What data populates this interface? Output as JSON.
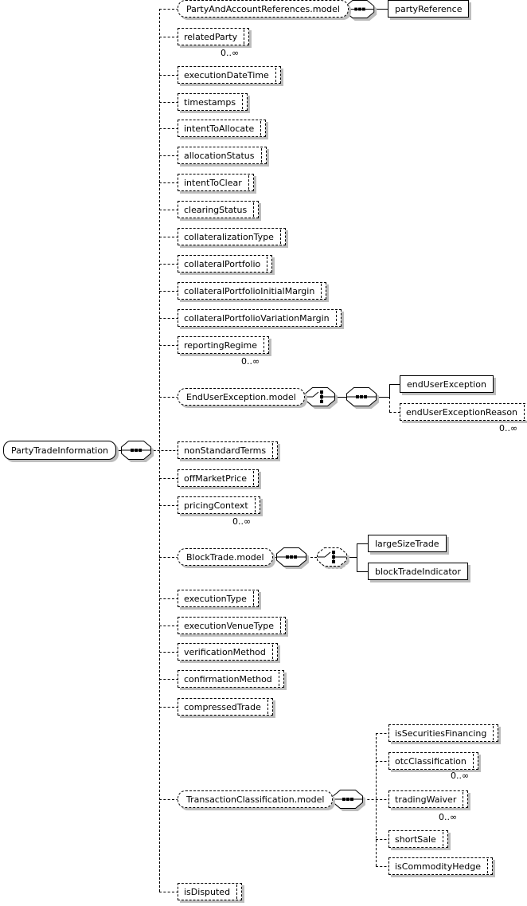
{
  "root": {
    "label": "PartyTradeInformation"
  },
  "icons": {
    "sequence": "▪▪▪ row (sequence compositor)",
    "choice": "stacked options (choice compositor)"
  },
  "nodes": {
    "partyAndAccountReferencesModel": {
      "label": "PartyAndAccountReferences.model"
    },
    "partyReference": {
      "label": "partyReference"
    },
    "relatedParty": {
      "label": "relatedParty",
      "occurrence": "0..∞"
    },
    "executionDateTime": {
      "label": "executionDateTime"
    },
    "timestamps": {
      "label": "timestamps"
    },
    "intentToAllocate": {
      "label": "intentToAllocate"
    },
    "allocationStatus": {
      "label": "allocationStatus"
    },
    "intentToClear": {
      "label": "intentToClear"
    },
    "clearingStatus": {
      "label": "clearingStatus"
    },
    "collateralizationType": {
      "label": "collateralizationType"
    },
    "collateralPortfolio": {
      "label": "collateralPortfolio"
    },
    "collateralPortfolioInitialMargin": {
      "label": "collateralPortfolioInitialMargin"
    },
    "collateralPortfolioVariationMargin": {
      "label": "collateralPortfolioVariationMargin"
    },
    "reportingRegime": {
      "label": "reportingRegime",
      "occurrence": "0..∞"
    },
    "endUserExceptionModel": {
      "label": "EndUserException.model"
    },
    "endUserException": {
      "label": "endUserException"
    },
    "endUserExceptionReason": {
      "label": "endUserExceptionReason",
      "occurrence": "0..∞"
    },
    "nonStandardTerms": {
      "label": "nonStandardTerms"
    },
    "offMarketPrice": {
      "label": "offMarketPrice"
    },
    "pricingContext": {
      "label": "pricingContext",
      "occurrence": "0..∞"
    },
    "blockTradeModel": {
      "label": "BlockTrade.model"
    },
    "largeSizeTrade": {
      "label": "largeSizeTrade"
    },
    "blockTradeIndicator": {
      "label": "blockTradeIndicator"
    },
    "executionType": {
      "label": "executionType"
    },
    "executionVenueType": {
      "label": "executionVenueType"
    },
    "verificationMethod": {
      "label": "verificationMethod"
    },
    "confirmationMethod": {
      "label": "confirmationMethod"
    },
    "compressedTrade": {
      "label": "compressedTrade"
    },
    "transactionClassificationModel": {
      "label": "TransactionClassification.model"
    },
    "isSecuritiesFinancing": {
      "label": "isSecuritiesFinancing"
    },
    "otcClassification": {
      "label": "otcClassification",
      "occurrence": "0..∞"
    },
    "tradingWaiver": {
      "label": "tradingWaiver",
      "occurrence": "0..∞"
    },
    "shortSale": {
      "label": "shortSale"
    },
    "isCommodityHedge": {
      "label": "isCommodityHedge"
    },
    "isDisputed": {
      "label": "isDisputed"
    }
  }
}
